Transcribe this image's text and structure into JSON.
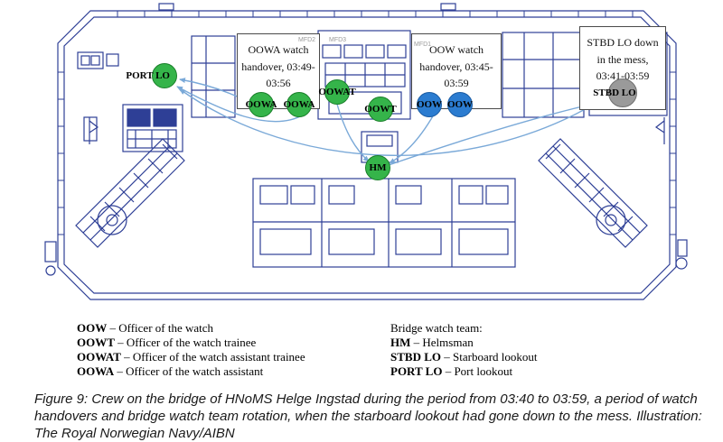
{
  "figure": {
    "caption": "Figure 9: Crew on the bridge of HNoMS Helge Ingstad during the period from 03:40 to 03:59, a period of watch handovers and bridge watch team rotation, when the starboard lookout had gone down to the mess. Illustration: The Royal Norwegian Navy/AIBN"
  },
  "annotation_boxes": [
    {
      "text": "OOWA watch handover, 03:49-03:56"
    },
    {
      "text": "OOW watch handover, 03:45-03:59"
    },
    {
      "text": "STBD LO down in the mess, 03:41-03:59"
    }
  ],
  "console_labels": [
    "MFD2",
    "MFD3",
    "MFD1"
  ],
  "crew": [
    {
      "label": "PORT LO",
      "color": "green"
    },
    {
      "label": "OOWA",
      "color": "green"
    },
    {
      "label": "OOWA",
      "color": "green"
    },
    {
      "label": "OOWAT",
      "color": "green"
    },
    {
      "label": "OOWT",
      "color": "green"
    },
    {
      "label": "OOW",
      "color": "blue"
    },
    {
      "label": "OOW",
      "color": "blue"
    },
    {
      "label": "HM",
      "color": "green"
    },
    {
      "label": "STBD LO",
      "color": "gray"
    }
  ],
  "legend": {
    "left": [
      {
        "term": "OOW",
        "desc": "– Officer of the watch"
      },
      {
        "term": "OOWT",
        "desc": "– Officer of the watch trainee"
      },
      {
        "term": "OOWAT",
        "desc": "– Officer of the watch assistant trainee"
      },
      {
        "term": "OOWA",
        "desc": "– Officer of the watch assistant"
      }
    ],
    "right_title": "Bridge watch team:",
    "right": [
      {
        "term": "HM",
        "desc": "– Helmsman"
      },
      {
        "term": "STBD LO",
        "desc": "– Starboard lookout"
      },
      {
        "term": "PORT LO",
        "desc": "– Port lookout"
      }
    ]
  },
  "colors": {
    "schematic_line": "#2e3f96",
    "arrow": "#7aa9d8",
    "green": {
      "fill": "#35b44a",
      "border": "#1a7f2a"
    },
    "blue": {
      "fill": "#2b7cd0",
      "border": "#1b5ca3"
    },
    "gray": {
      "fill": "#9a9a9a",
      "border": "#6f6f6f"
    }
  }
}
